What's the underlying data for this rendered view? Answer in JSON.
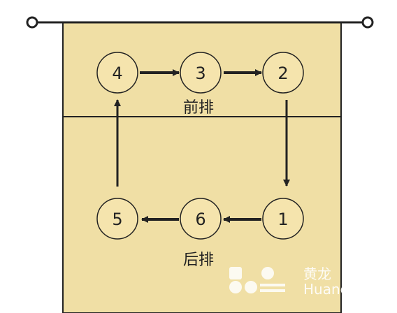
{
  "diagram": {
    "colors": {
      "court_fill": "#f0dfa5",
      "line": "#222222",
      "circle_fill": "#f5e4ad"
    },
    "front_row_label": "前排",
    "back_row_label": "后排",
    "positions": [
      {
        "number": "4",
        "row": "front"
      },
      {
        "number": "3",
        "row": "front"
      },
      {
        "number": "2",
        "row": "front"
      },
      {
        "number": "5",
        "row": "back"
      },
      {
        "number": "6",
        "row": "back"
      },
      {
        "number": "1",
        "row": "back"
      }
    ],
    "rotation_arrows": [
      {
        "from": "4",
        "to": "3"
      },
      {
        "from": "3",
        "to": "2"
      },
      {
        "from": "2",
        "to": "1"
      },
      {
        "from": "1",
        "to": "6"
      },
      {
        "from": "6",
        "to": "5"
      },
      {
        "from": "5",
        "to": "4"
      }
    ]
  },
  "watermark": {
    "text_cn": "黄龙",
    "text_en": "Huang"
  }
}
